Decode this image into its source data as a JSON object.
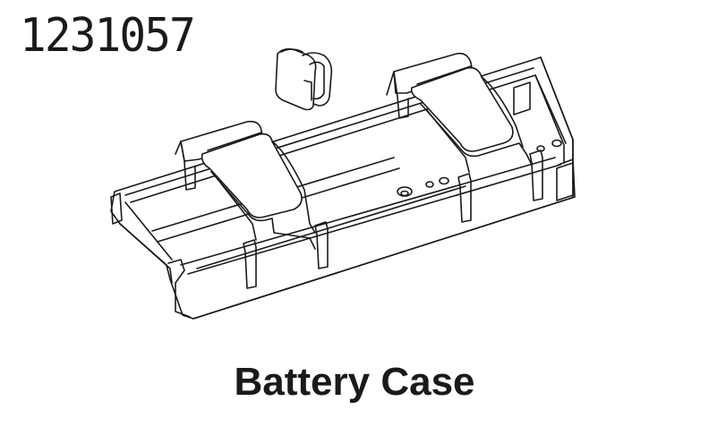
{
  "header": {
    "part_number": "1231057"
  },
  "figure": {
    "subject": "battery case exploded view",
    "components": [
      {
        "name": "battery-case-tray"
      },
      {
        "name": "battery-strap-clip-left"
      },
      {
        "name": "battery-strap-clip-right"
      },
      {
        "name": "strap-retainer-clip"
      }
    ]
  },
  "caption": {
    "title": "Battery Case"
  }
}
